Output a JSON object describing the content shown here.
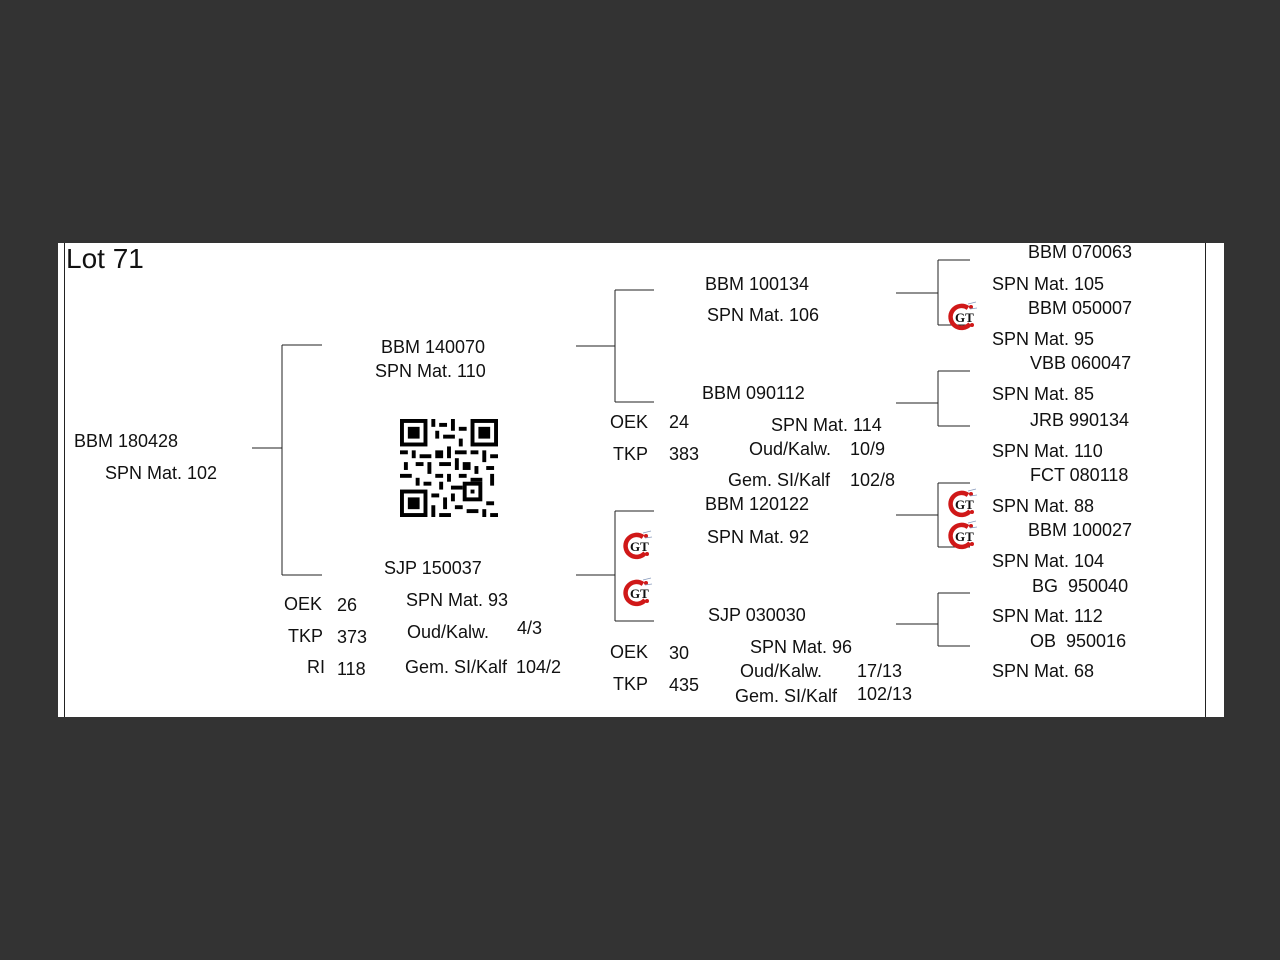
{
  "title": "Lot 71",
  "animal": {
    "id": "BBM 180428",
    "spn": "SPN Mat. 102"
  },
  "sire": {
    "id": "BBM 140070",
    "spn": "SPN Mat. 110"
  },
  "dam": {
    "id": "SJP 150037",
    "spn": "SPN Mat. 93",
    "oek_label": "OEK",
    "oek": "26",
    "tkp_label": "TKP",
    "tkp": "373",
    "ri_label": "RI",
    "ri": "118",
    "oud_label": "Oud/Kalw.",
    "oud": "4/3",
    "gem_label": "Gem. SI/Kalf",
    "gem": "104/2"
  },
  "sire_sire": {
    "id": "BBM 100134",
    "spn": "SPN Mat. 106"
  },
  "sire_dam": {
    "id": "BBM 090112",
    "spn": "SPN Mat. 114",
    "oek_label": "OEK",
    "oek": "24",
    "tkp_label": "TKP",
    "tkp": "383",
    "oud_label": "Oud/Kalw.",
    "oud": "10/9",
    "gem_label": "Gem. SI/Kalf",
    "gem": "102/8"
  },
  "dam_sire": {
    "id": "BBM 120122",
    "spn": "SPN Mat. 92"
  },
  "dam_dam": {
    "id": "SJP 030030",
    "spn": "SPN Mat. 96",
    "oek_label": "OEK",
    "oek": "30",
    "tkp_label": "TKP",
    "tkp": "435",
    "oud_label": "Oud/Kalw.",
    "oud": "17/13",
    "gem_label": "Gem. SI/Kalf",
    "gem": "102/13"
  },
  "gen4": [
    {
      "id": "BBM 070063",
      "spn": "SPN Mat. 105"
    },
    {
      "id": "BBM 050007",
      "spn": "SPN Mat. 95"
    },
    {
      "id": "VBB 060047",
      "spn": "SPN Mat. 85"
    },
    {
      "id": "JRB 990134",
      "spn": "SPN Mat. 110"
    },
    {
      "id": "FCT 080118",
      "spn": "SPN Mat. 88"
    },
    {
      "id": "BBM 100027",
      "spn": "SPN Mat. 104"
    },
    {
      "id": "BG  950040",
      "spn": "SPN Mat. 112"
    },
    {
      "id": "OB  950016",
      "spn": "SPN Mat. 68"
    }
  ],
  "logo_text": "GT",
  "colors": {
    "background": "#333333",
    "sheet": "#ffffff",
    "logo_red": "#d01818",
    "text": "#111111"
  },
  "icons": {
    "qr": "qr-code-icon",
    "logo": "gt-logo-icon"
  }
}
